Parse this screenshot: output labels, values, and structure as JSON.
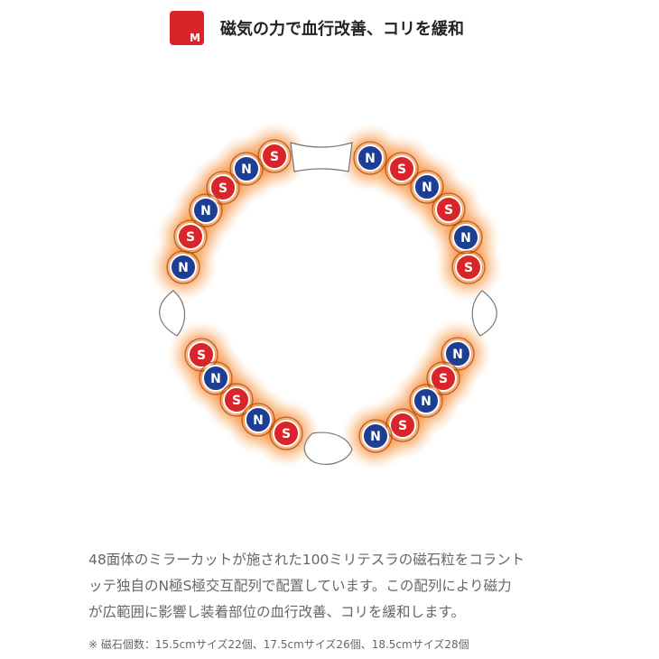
{
  "header": {
    "badge_letter": "M",
    "title": "磁気の力で血行改善、コリを緩和"
  },
  "diagram": {
    "colors": {
      "north": "#1c3f94",
      "south": "#d9252a",
      "glow": "#f26a1b",
      "clasp": "#777777"
    },
    "groups": [
      {
        "name": "upper-left",
        "beads": [
          "S",
          "N",
          "S",
          "N",
          "S",
          "N"
        ]
      },
      {
        "name": "upper-right",
        "beads": [
          "N",
          "S",
          "N",
          "S",
          "N",
          "S"
        ]
      },
      {
        "name": "lower-left",
        "beads": [
          "S",
          "N",
          "S",
          "N",
          "S"
        ]
      },
      {
        "name": "lower-right",
        "beads": [
          "N",
          "S",
          "N",
          "S",
          "N"
        ]
      }
    ]
  },
  "description": {
    "line1": "48面体のミラーカットが施された100ミリテスラの磁石粒をコラント",
    "line2": "ッテ独自のN極S極交互配列で配置しています。この配列により磁力",
    "line3": "が広範囲に影響し装着部位の血行改善、コリを緩和します。"
  },
  "note": "※ 磁石個数：15.5cmサイズ22個、17.5cmサイズ26個、18.5cmサイズ28個"
}
